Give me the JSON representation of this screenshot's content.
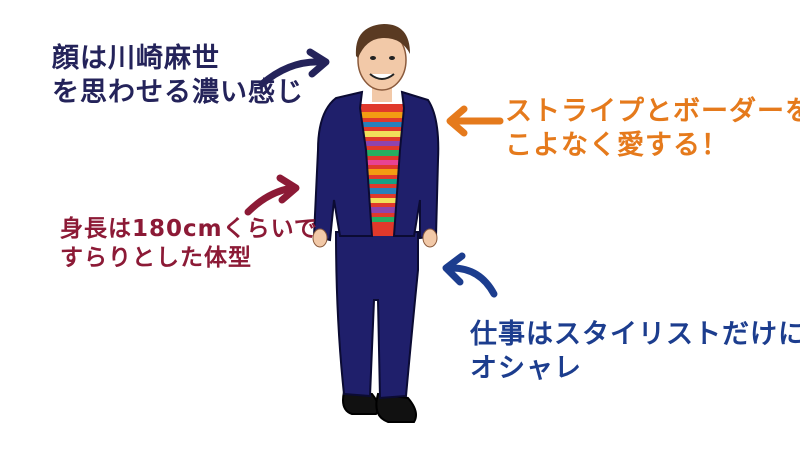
{
  "annotations": {
    "face": {
      "line1": "顔は川崎麻世",
      "line2": "を思わせる濃い感じ",
      "color": "#24235a"
    },
    "stripe": {
      "line1": "ストライプとボーダーを",
      "line2": "こよなく愛する！",
      "color": "#e57a1c"
    },
    "height": {
      "line1": "身長は180cmくらいで",
      "line2": "すらりとした体型",
      "color": "#8c1a36"
    },
    "job": {
      "line1": "仕事はスタイリストだけに",
      "line2": "オシャレ",
      "color": "#1c3d8e"
    }
  },
  "figure": {
    "suit_color": "#1f1f6b",
    "skin_color": "#f2c9a8",
    "hair_color": "#5a3a22",
    "stripe_colors": [
      "#e0392b",
      "#f39c12",
      "#f1e05a",
      "#27ae60",
      "#2980b9",
      "#8e44ad",
      "#e84393",
      "#16a085"
    ]
  }
}
